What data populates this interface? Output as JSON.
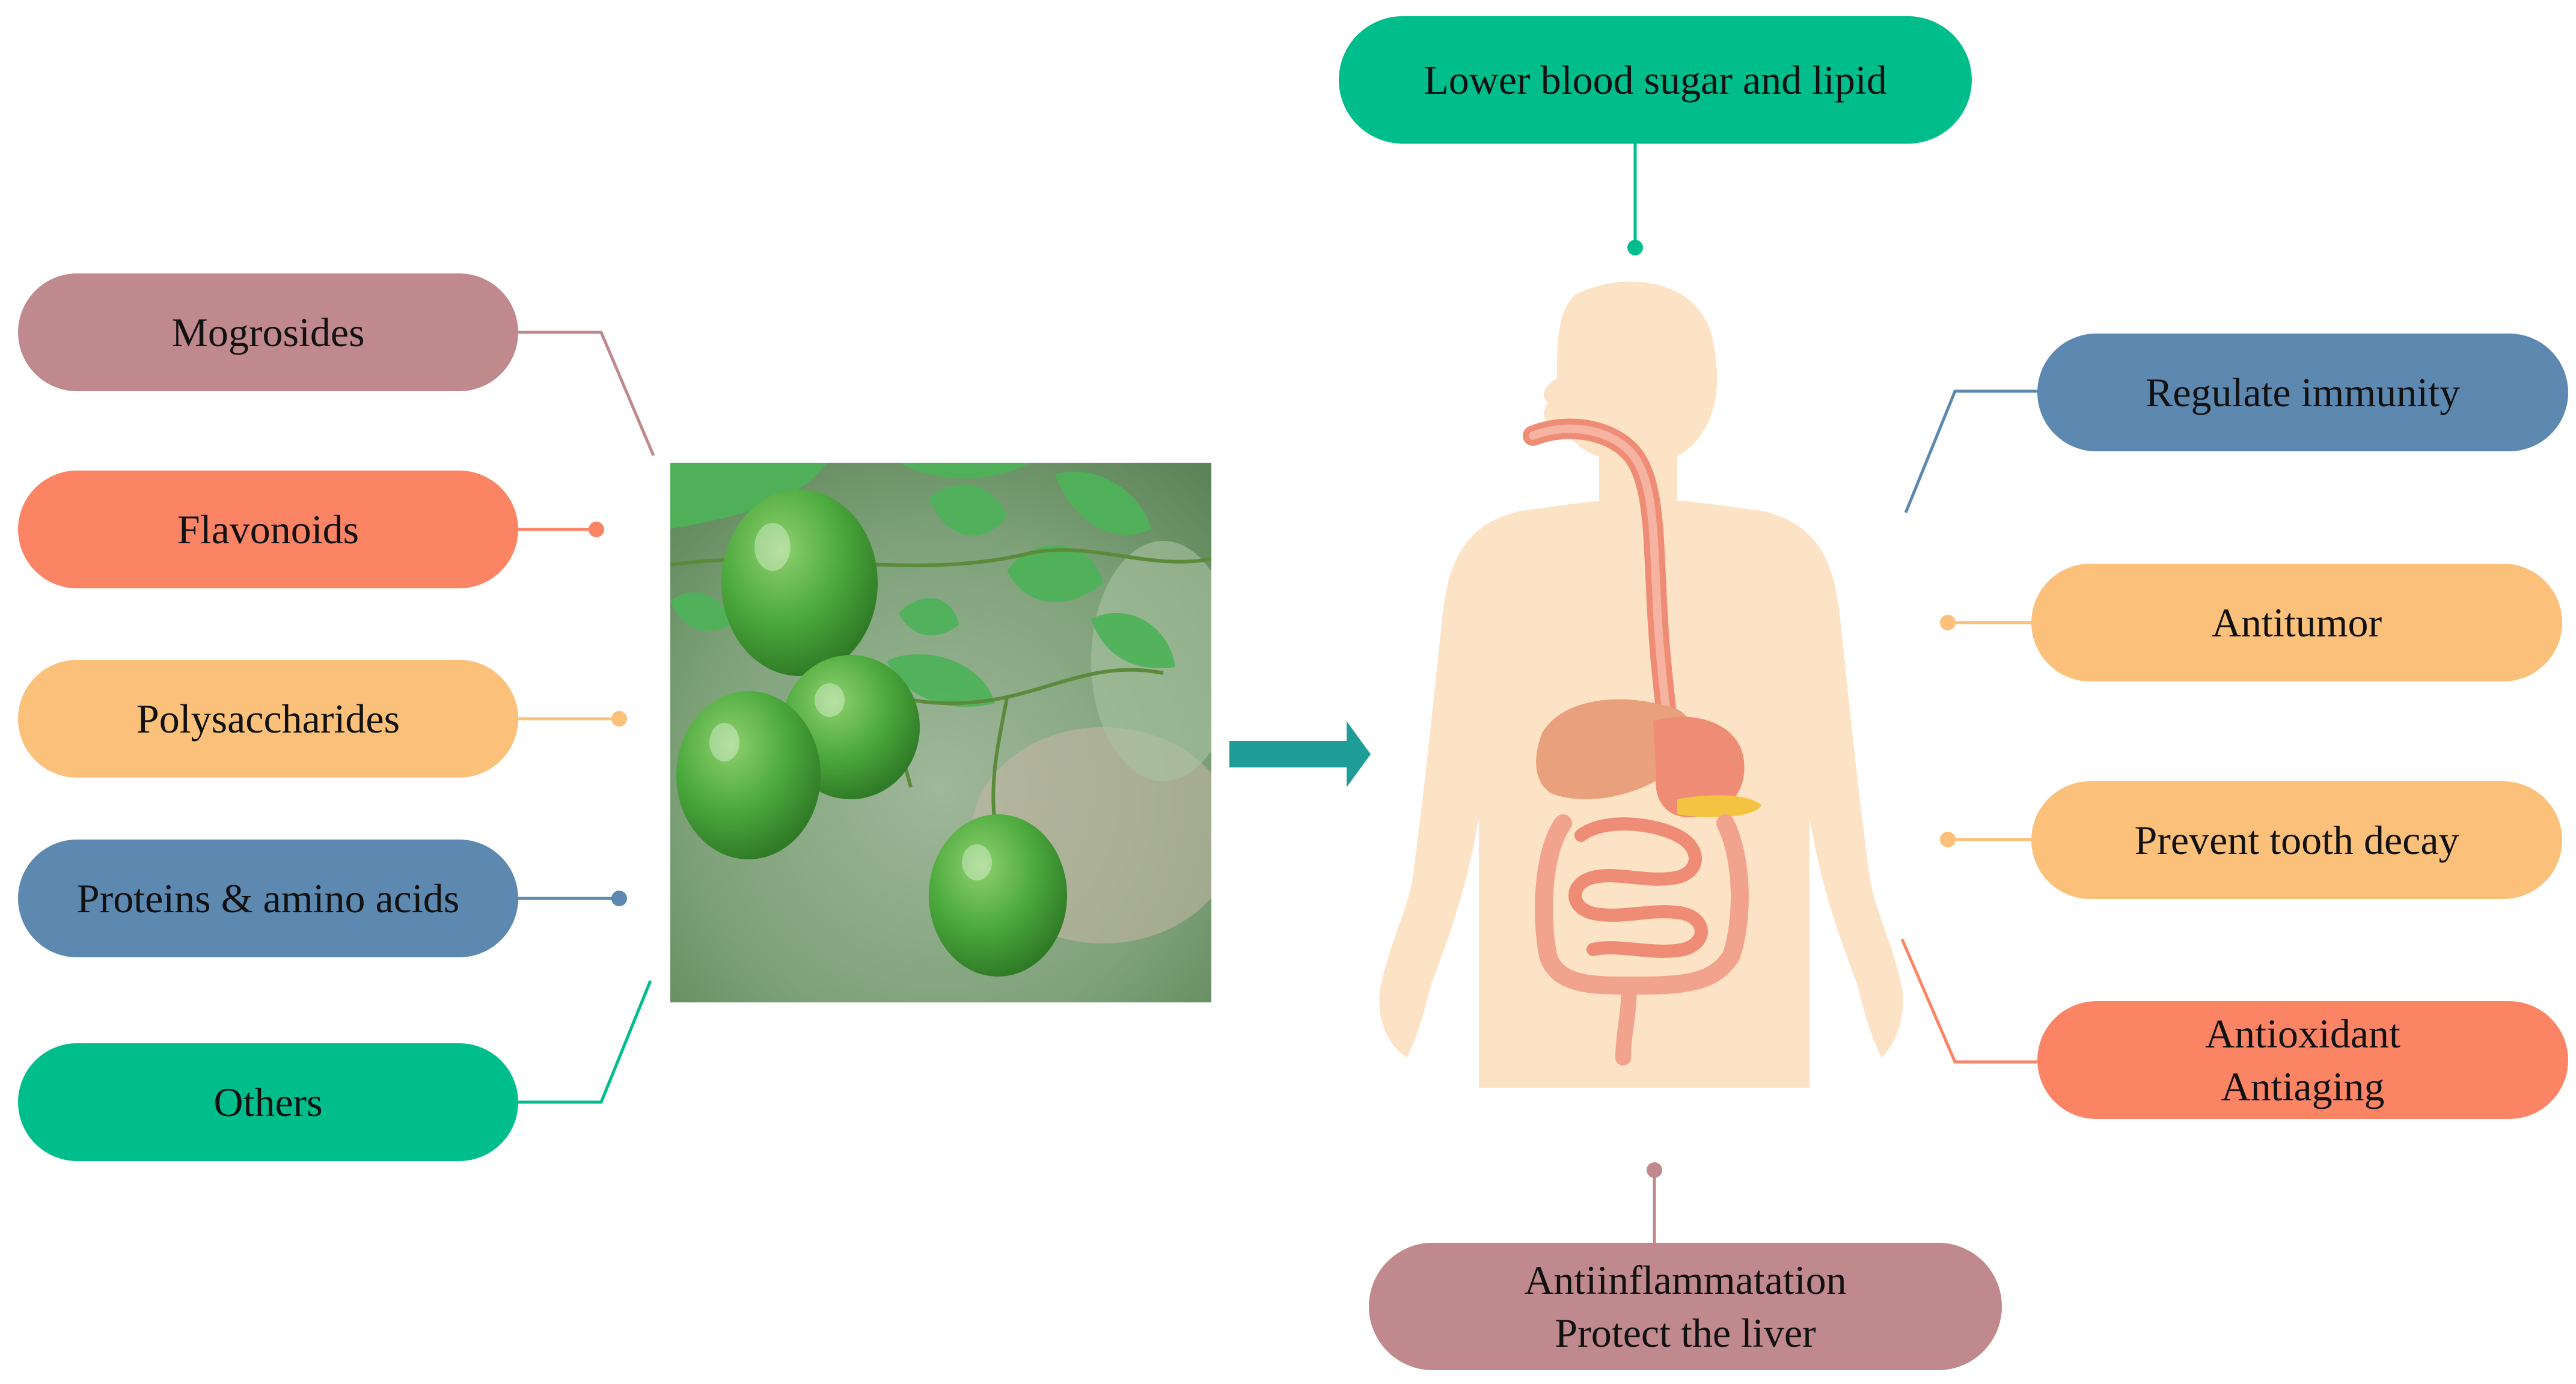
{
  "colors": {
    "mauve": "#c0898d",
    "coral": "#fb8465",
    "peach": "#fbc07a",
    "steel_blue": "#5d88b0",
    "green": "#00be8c",
    "teal_arrow": "#1e9c98",
    "body_skin": "#fde3c5",
    "organ_red": "#ef8c75",
    "leaf_green": "#4fb25a",
    "fruit_green": "#4caa3d"
  },
  "components": {
    "mogrosides": "Mogrosides",
    "flavonoids": "Flavonoids",
    "polysaccharides": "Polysaccharides",
    "proteins": "Proteins & amino acids",
    "others": "Others"
  },
  "effects": {
    "blood_sugar": "Lower blood sugar and lipid",
    "immunity": "Regulate immunity",
    "antitumor": "Antitumor",
    "tooth_decay": "Prevent tooth decay",
    "antioxidant_line1": "Antioxidant",
    "antioxidant_line2": "Antiaging",
    "antiinflam_line1": "Antiinflammatation",
    "antiinflam_line2": "Protect the liver"
  },
  "icons": {
    "fruit_photo": "monk-fruit-photo-icon",
    "arrow": "right-arrow-icon",
    "body": "human-body-digestive-system-icon"
  }
}
